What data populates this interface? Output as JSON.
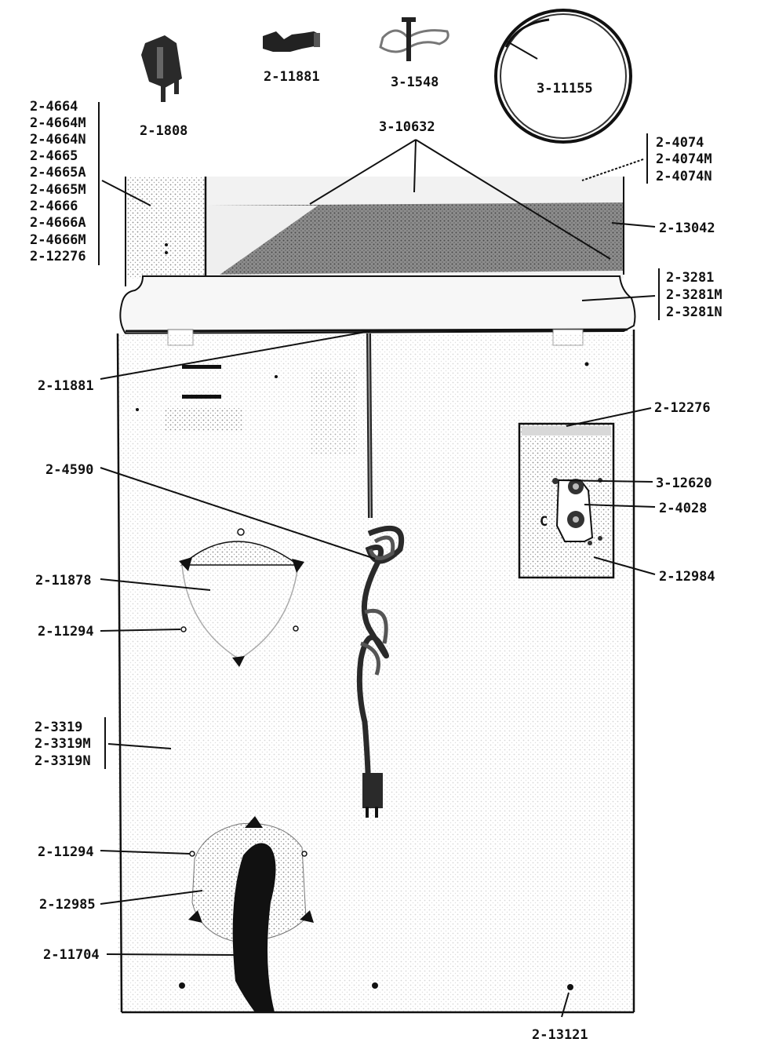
{
  "colors": {
    "ink": "#111111",
    "paper": "#ffffff",
    "shade": "#bdbdbd",
    "dark_shade": "#4a4a4a"
  },
  "parts": {
    "p_2_1808": "2-1808",
    "p_2_11881_top": "2-11881",
    "p_3_1548": "3-1548",
    "p_3_11155": "3-11155",
    "p_3_10632": "3-10632",
    "p_2_13042": "2-13042",
    "p_2_11881_cord": "2-11881",
    "p_2_4590": "2-4590",
    "p_2_12276_right": "2-12276",
    "p_3_12620": "3-12620",
    "p_2_4028": "2-4028",
    "p_2_12984": "2-12984",
    "p_2_11878": "2-11878",
    "p_2_11294_upper": "2-11294",
    "p_2_11294_lower": "2-11294",
    "p_2_12985": "2-12985",
    "p_2_11704": "2-11704",
    "p_2_13121": "2-13121"
  },
  "groups": {
    "lid_liner": [
      "2-4664",
      "2-4664M",
      "2-4664N",
      "2-4665",
      "2-4665A",
      "2-4665M",
      "2-4666",
      "2-4666A",
      "2-4666M",
      "2-12276"
    ],
    "lid_top": [
      "2-4074",
      "2-4074M",
      "2-4074N"
    ],
    "lid_frame": [
      "2-3281",
      "2-3281M",
      "2-3281N"
    ],
    "cabinet_back": [
      "2-3319",
      "2-3319M",
      "2-3319N"
    ]
  }
}
